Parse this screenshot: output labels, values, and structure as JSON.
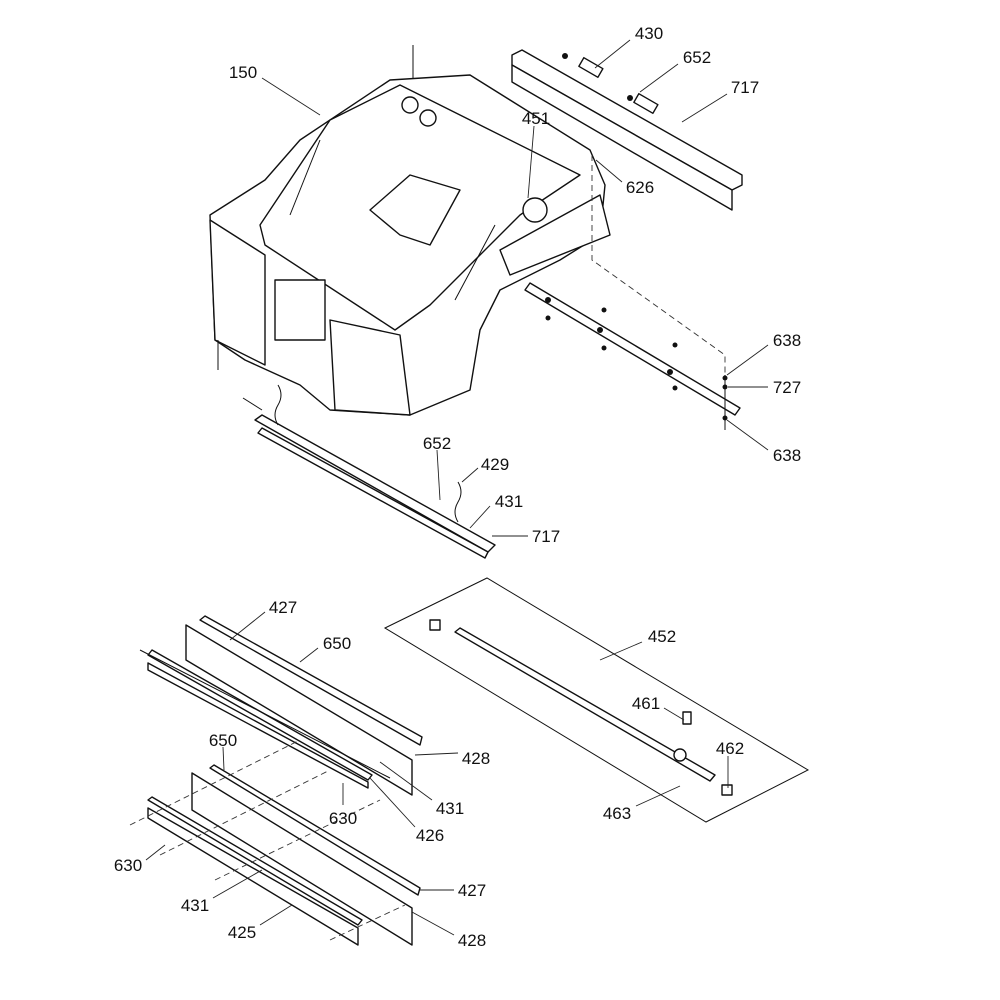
{
  "diagram": {
    "type": "exploded parts diagram",
    "callouts": [
      "150",
      "430",
      "652",
      "717",
      "451",
      "626",
      "638",
      "727",
      "638",
      "652",
      "429",
      "431",
      "717",
      "427",
      "650",
      "452",
      "461",
      "462",
      "463",
      "428",
      "431",
      "630",
      "426",
      "650",
      "630",
      "431",
      "425",
      "427",
      "428"
    ]
  }
}
